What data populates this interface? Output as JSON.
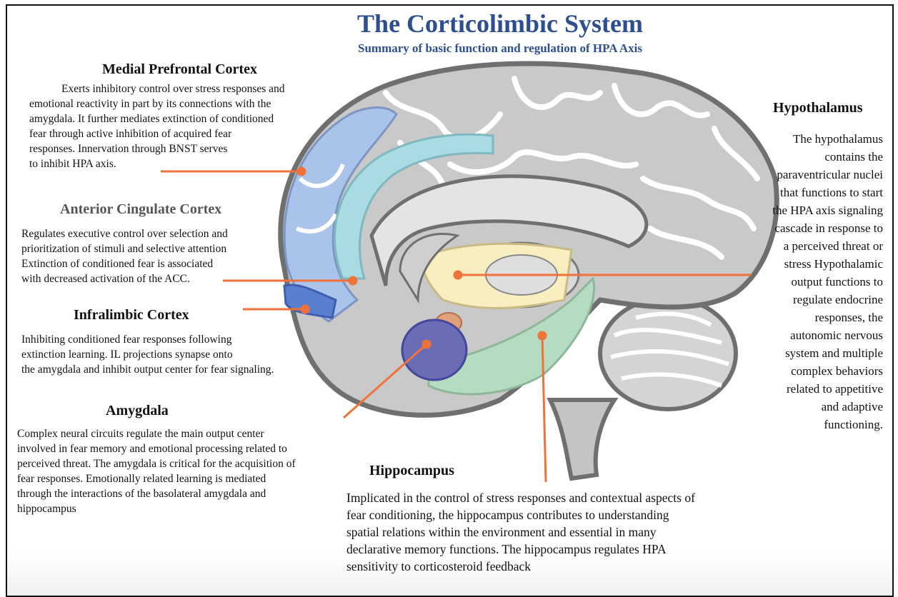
{
  "title": "The Corticolimbic System",
  "subtitle": "Summary of basic function and regulation of HPA Axis",
  "regions": {
    "mpfc": {
      "heading": "Medial Prefrontal Cortex",
      "lines": [
        "Exerts inhibitory control over stress responses and",
        "emotional reactivity in part by its connections with the",
        "amygdala. It further mediates extinction of conditioned",
        "fear through active inhibition of acquired fear",
        "responses. Innervation through BNST serves",
        "to inhibit HPA axis."
      ]
    },
    "acc": {
      "heading": "Anterior Cingulate Cortex",
      "lines": [
        "Regulates executive control over selection and",
        "prioritization of stimuli and selective attention",
        "Extinction of conditioned fear is associated",
        "with decreased activation of the ACC."
      ]
    },
    "il": {
      "heading": "Infralimbic Cortex",
      "lines": [
        "Inhibiting conditioned fear responses following",
        "extinction learning. IL projections synapse onto",
        "the amygdala and inhibit output center for fear signaling."
      ]
    },
    "amygdala": {
      "heading": "Amygdala",
      "lines": [
        "Complex neural circuits regulate the main output center",
        "involved in fear memory and emotional processing related to",
        "perceived threat. The amygdala is critical for the acquisition of",
        "fear responses. Emotionally related learning is mediated",
        "through the interactions of the basolateral amygdala and",
        "hippocampus"
      ]
    },
    "hippocampus": {
      "heading": "Hippocampus",
      "lines": [
        "Implicated in the control of stress responses and contextual aspects of",
        "fear conditioning, the hippocampus contributes to understanding",
        "spatial relations within the environment and essential in many",
        "declarative memory functions. The hippocampus regulates HPA",
        "sensitivity to corticosteroid feedback"
      ]
    },
    "hypothalamus": {
      "heading": "Hypothalamus",
      "lines": [
        "The hypothalamus",
        "contains the",
        "paraventricular nuclei",
        "that functions to start",
        "the HPA axis signaling",
        "cascade in response to",
        "a perceived threat or",
        "stress Hypothalamic",
        "output functions to",
        "regulate endocrine",
        "responses, the",
        "autonomic nervous",
        "system and multiple",
        "complex behaviors",
        "related to appetitive",
        "and adaptive",
        "functioning."
      ]
    }
  },
  "colors": {
    "title": "#2e4f8f",
    "leader_line": "#f07238",
    "mpfc": "#a9c3ea",
    "acc": "#a9dbe2",
    "il": "#5b7fd0",
    "amygdala": "#6a6cb5",
    "hippocampus": "#b5dcc0",
    "hypothalamus": "#f8eec0",
    "brain": "#c9c9c9",
    "brain_outline": "#6f6f6f"
  }
}
